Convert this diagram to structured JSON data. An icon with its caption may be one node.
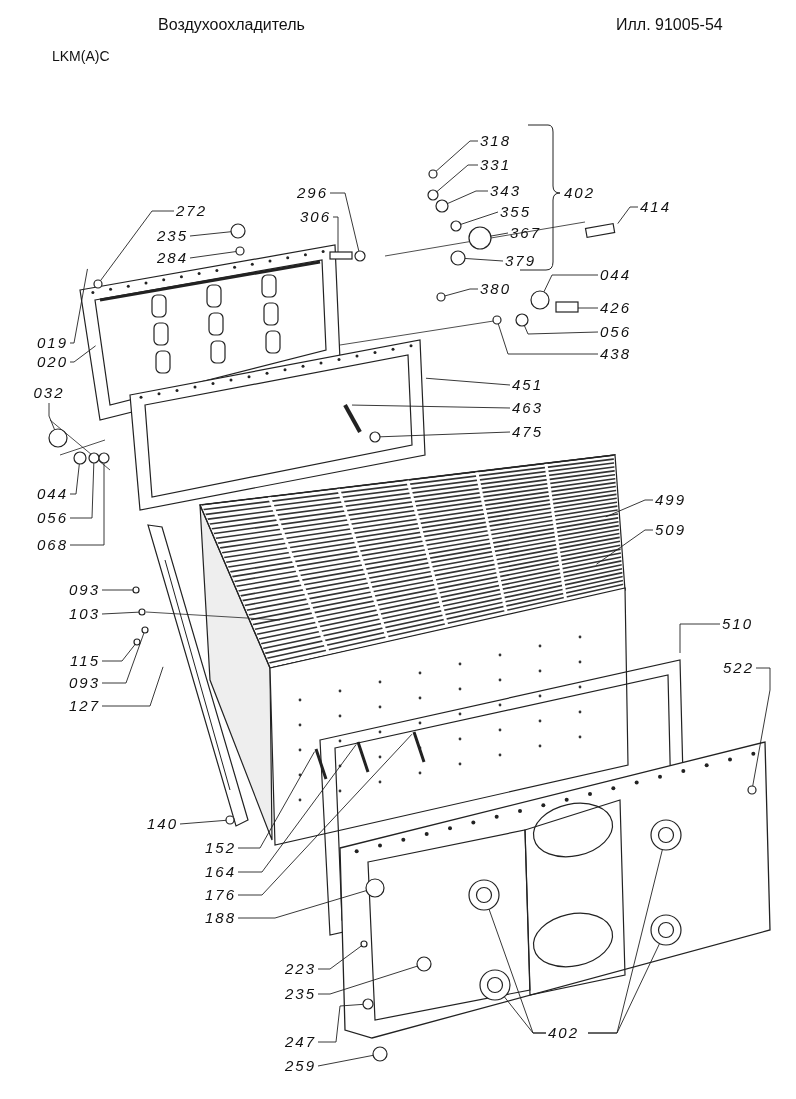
{
  "diagram": {
    "title": "Воздухоохладитель",
    "nodes": [
      {
        "text": [
          "318"
        ]
      },
      {
        "text": [
          "331"
        ]
      },
      {
        "text": [
          "296"
        ]
      },
      {
        "text": [
          "343"
        ]
      },
      {
        "text": [
          "272"
        ]
      },
      {
        "text": [
          "414"
        ]
      },
      {
        "text": [
          "355"
        ]
      },
      {
        "text": [
          "306"
        ]
      },
      {
        "text": [
          "235"
        ]
      },
      {
        "text": [
          "367"
        ]
      },
      {
        "text": [
          "284"
        ]
      },
      {
        "text": [
          "379"
        ]
      },
      {
        "text": [
          "044"
        ]
      },
      {
        "text": [
          "380"
        ]
      },
      {
        "text": [
          "426"
        ]
      },
      {
        "text": [
          "056"
        ]
      },
      {
        "text": [
          "019"
        ]
      },
      {
        "text": [
          "438"
        ]
      },
      {
        "text": [
          "020"
        ]
      },
      {
        "text": [
          "451"
        ]
      },
      {
        "text": [
          "032"
        ]
      },
      {
        "text": [
          "463"
        ]
      },
      {
        "text": [
          "475"
        ]
      },
      {
        "text": [
          "044"
        ]
      },
      {
        "text": [
          "499"
        ]
      },
      {
        "text": [
          "056"
        ]
      },
      {
        "text": [
          "509"
        ]
      },
      {
        "text": [
          "068"
        ]
      },
      {
        "text": [
          "093"
        ]
      },
      {
        "text": [
          "103"
        ]
      },
      {
        "text": [
          "510"
        ]
      },
      {
        "text": [
          "115"
        ]
      },
      {
        "text": [
          "093"
        ]
      },
      {
        "text": [
          "522"
        ]
      },
      {
        "text": [
          "127"
        ]
      },
      {
        "text": [
          "140"
        ]
      },
      {
        "text": [
          "152"
        ]
      },
      {
        "text": [
          "164"
        ]
      },
      {
        "text": [
          "176"
        ]
      },
      {
        "text": [
          "188"
        ]
      },
      {
        "text": [
          "223"
        ]
      },
      {
        "text": [
          "235"
        ]
      },
      {
        "text": [
          "402"
        ]
      },
      {
        "text": [
          "247"
        ]
      },
      {
        "text": [
          "259"
        ]
      },
      {
        "text": [],
        "shape": "circle"
      },
      {
        "text": [],
        "shape": "circle"
      },
      {
        "text": [],
        "shape": "circle"
      },
      {
        "text": [],
        "shape": "circle"
      },
      {
        "text": [],
        "shape": "circle"
      },
      {
        "text": [],
        "shape": "circle"
      },
      {
        "text": [],
        "shape": "bar"
      },
      {
        "text": [],
        "shape": "circle"
      },
      {
        "text": [],
        "shape": "circle"
      },
      {
        "text": [],
        "shape": "circle"
      },
      {
        "text": [],
        "shape": "circle"
      },
      {
        "text": [],
        "shape": "circle"
      },
      {
        "text": [],
        "shape": "circle"
      },
      {
        "text": [],
        "shape": "bar"
      },
      {
        "text": [],
        "shape": "circle"
      },
      {
        "text": [],
        "shape": "circle"
      },
      {
        "text": [],
        "shape": "circle"
      },
      {
        "text": [],
        "shape": "circle"
      },
      {
        "text": [],
        "shape": "circle"
      },
      {
        "text": [],
        "shape": "circle"
      },
      {
        "text": [],
        "shape": "circle"
      },
      {
        "text": [],
        "shape": "circle"
      },
      {
        "text": [],
        "shape": "circle"
      },
      {
        "text": [],
        "shape": "circle"
      },
      {
        "text": [],
        "shape": "circle"
      },
      {
        "text": [],
        "shape": "circle"
      },
      {
        "text": [],
        "shape": "circle"
      },
      {
        "text": [],
        "shape": "circle"
      },
      {
        "text": [],
        "shape": "circle"
      },
      {
        "text": [],
        "shape": "circle"
      },
      {
        "text": [],
        "shape": "circle"
      },
      {
        "text": [],
        "shape": "circle"
      },
      {
        "text": [],
        "shape": "circle"
      },
      {
        "text": [],
        "shape": "circle"
      },
      {
        "text": [],
        "shape": "circle"
      },
      {
        "text": [],
        "shape": "circle"
      }
    ],
    "edges": [
      {
        "from": 0,
        "to": 45,
        "arrow": "none"
      },
      {
        "from": 1,
        "to": 46,
        "arrow": "none"
      },
      {
        "from": 2,
        "to": 47,
        "arrow": "none"
      },
      {
        "from": 3,
        "to": 48,
        "arrow": "none"
      },
      {
        "from": 4,
        "to": 49,
        "arrow": "none"
      },
      {
        "from": 5,
        "to": null,
        "arrow": "none"
      },
      {
        "from": 6,
        "to": 50,
        "arrow": "none"
      },
      {
        "from": 7,
        "to": 51,
        "arrow": "none"
      },
      {
        "from": 8,
        "to": 52,
        "arrow": "none"
      },
      {
        "from": 9,
        "to": 53,
        "arrow": "none"
      },
      {
        "from": 10,
        "to": 54,
        "arrow": "none"
      },
      {
        "from": 11,
        "to": 55,
        "arrow": "none"
      },
      {
        "from": 12,
        "to": 56,
        "arrow": "none"
      },
      {
        "from": 13,
        "to": 57,
        "arrow": "none"
      },
      {
        "from": 14,
        "to": 58,
        "arrow": "none"
      },
      {
        "from": 15,
        "to": 59,
        "arrow": "none"
      },
      {
        "from": 16,
        "to": null,
        "arrow": "none"
      },
      {
        "from": 17,
        "to": 60,
        "arrow": "none"
      },
      {
        "from": 18,
        "to": null,
        "arrow": "none"
      },
      {
        "from": 19,
        "to": null,
        "arrow": "none"
      },
      {
        "from": 20,
        "to": 61,
        "arrow": "none"
      },
      {
        "from": 21,
        "to": null,
        "arrow": "none"
      },
      {
        "from": 22,
        "to": 62,
        "arrow": "none"
      },
      {
        "from": 23,
        "to": 63,
        "arrow": "none"
      },
      {
        "from": 24,
        "to": null,
        "arrow": "none"
      },
      {
        "from": 25,
        "to": 64,
        "arrow": "none"
      },
      {
        "from": 26,
        "to": null,
        "arrow": "none"
      },
      {
        "from": 27,
        "to": 65,
        "arrow": "none"
      },
      {
        "from": 28,
        "to": 66,
        "arrow": "none"
      },
      {
        "from": 29,
        "to": 67,
        "arrow": "none"
      },
      {
        "from": 30,
        "to": null,
        "arrow": "none"
      },
      {
        "from": 31,
        "to": 68,
        "arrow": "none"
      },
      {
        "from": 32,
        "to": 69,
        "arrow": "none"
      },
      {
        "from": 33,
        "to": 70,
        "arrow": "none"
      },
      {
        "from": 34,
        "to": null,
        "arrow": "none"
      },
      {
        "from": 35,
        "to": 71,
        "arrow": "none"
      },
      {
        "from": 36,
        "to": null,
        "arrow": "none"
      },
      {
        "from": 37,
        "to": null,
        "arrow": "none"
      },
      {
        "from": 38,
        "to": null,
        "arrow": "none"
      },
      {
        "from": 39,
        "to": 72,
        "arrow": "none"
      },
      {
        "from": 40,
        "to": 73,
        "arrow": "none"
      },
      {
        "from": 41,
        "to": 74,
        "arrow": "none"
      },
      {
        "from": 42,
        "to": 75,
        "arrow": "none"
      },
      {
        "from": 42,
        "to": 76,
        "arrow": "none"
      },
      {
        "from": 42,
        "to": 77,
        "arrow": "none"
      },
      {
        "from": 42,
        "to": 78,
        "arrow": "none"
      },
      {
        "from": 43,
        "to": 79,
        "arrow": "none"
      },
      {
        "from": 44,
        "to": 80,
        "arrow": "none"
      }
    ],
    "labels": [
      "LKM(A)C",
      "Илл. 91005-54",
      "402"
    ]
  }
}
